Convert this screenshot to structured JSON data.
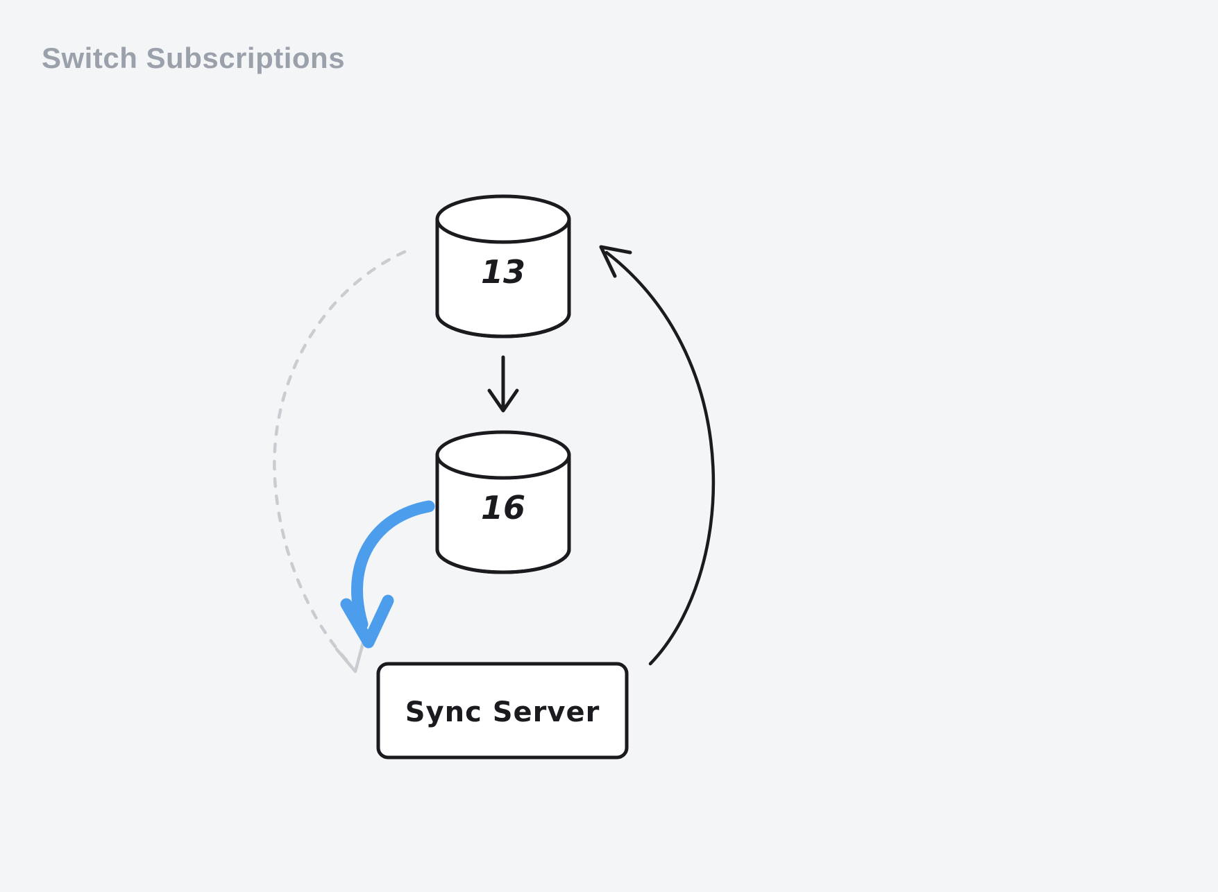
{
  "page": {
    "title": "Switch Subscriptions",
    "background": "#f4f5f7"
  },
  "diagram": {
    "nodes": {
      "db_top": {
        "type": "cylinder",
        "label": "13"
      },
      "db_bottom": {
        "type": "cylinder",
        "label": "16"
      },
      "server": {
        "type": "rounded-box",
        "label": "Sync Server"
      }
    },
    "edges": [
      {
        "from": "db_top",
        "to": "db_bottom",
        "style": "straight",
        "stroke": "solid",
        "color": "black",
        "direction": "down"
      },
      {
        "from": "db_bottom",
        "to": "server",
        "style": "curved-left",
        "stroke": "solid-thick",
        "color": "blue"
      },
      {
        "from": "db_top",
        "to": "server",
        "style": "curved-far-left",
        "stroke": "dashed",
        "color": "gray"
      },
      {
        "from": "server",
        "to": "db_top",
        "style": "curved-right",
        "stroke": "solid",
        "color": "black",
        "direction": "up"
      }
    ],
    "colors": {
      "stroke_black": "#1b1b1f",
      "blue_accent": "#4d9ded",
      "dashed_gray": "#c9cdd2",
      "node_fill": "#ffffff",
      "title_gray": "#9aa1ab"
    }
  }
}
